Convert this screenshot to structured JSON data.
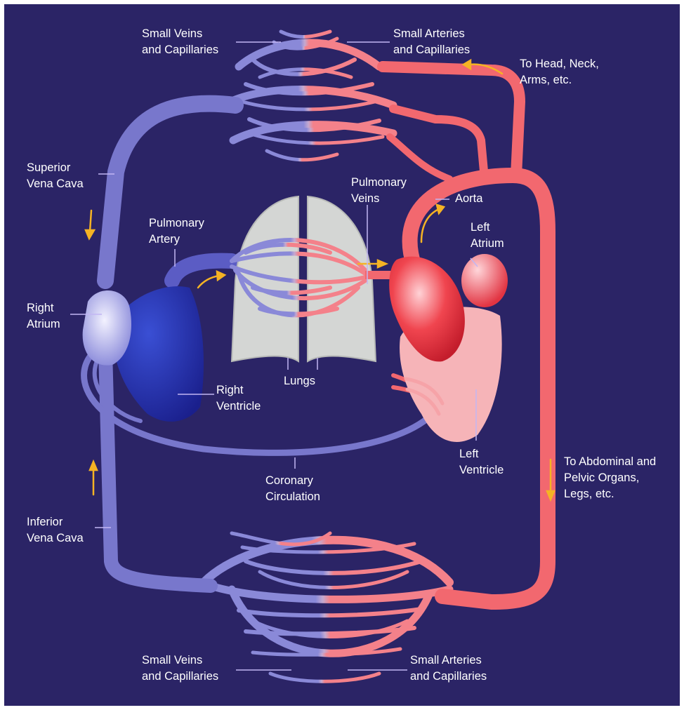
{
  "colors": {
    "background": "#2b2466",
    "vein": "#7877cc",
    "vein_light": "#c8c8f4",
    "artery": "#f2686f",
    "artery_light": "#ffd0d2",
    "flow_arrow": "#f5b324",
    "leader_line": "#c2b6f3",
    "lungs": "#d4d6d4",
    "text": "#ffffff"
  },
  "labels": {
    "small_veins_top": [
      "Small Veins",
      "and Capillaries"
    ],
    "small_arteries_top": [
      "Small Arteries",
      "and Capillaries"
    ],
    "to_head": [
      "To Head, Neck,",
      "Arms, etc."
    ],
    "superior_vena_cava": [
      "Superior",
      "Vena Cava"
    ],
    "pulmonary_veins": [
      "Pulmonary",
      "Veins"
    ],
    "aorta": [
      "Aorta"
    ],
    "pulmonary_artery": [
      "Pulmonary",
      "Artery"
    ],
    "left_atrium": [
      "Left",
      "Atrium"
    ],
    "right_atrium": [
      "Right",
      "Atrium"
    ],
    "right_ventricle": [
      "Right",
      "Ventricle"
    ],
    "lungs": [
      "Lungs"
    ],
    "left_ventricle": [
      "Left",
      "Ventricle"
    ],
    "coronary_circulation": [
      "Coronary",
      "Circulation"
    ],
    "to_abdominal": [
      "To Abdominal and",
      "Pelvic Organs,",
      "Legs, etc."
    ],
    "inferior_vena_cava": [
      "Inferior",
      "Vena Cava"
    ],
    "small_veins_bottom": [
      "Small Veins",
      "and Capillaries"
    ],
    "small_arteries_bottom": [
      "Small Arteries",
      "and Capillaries"
    ]
  }
}
